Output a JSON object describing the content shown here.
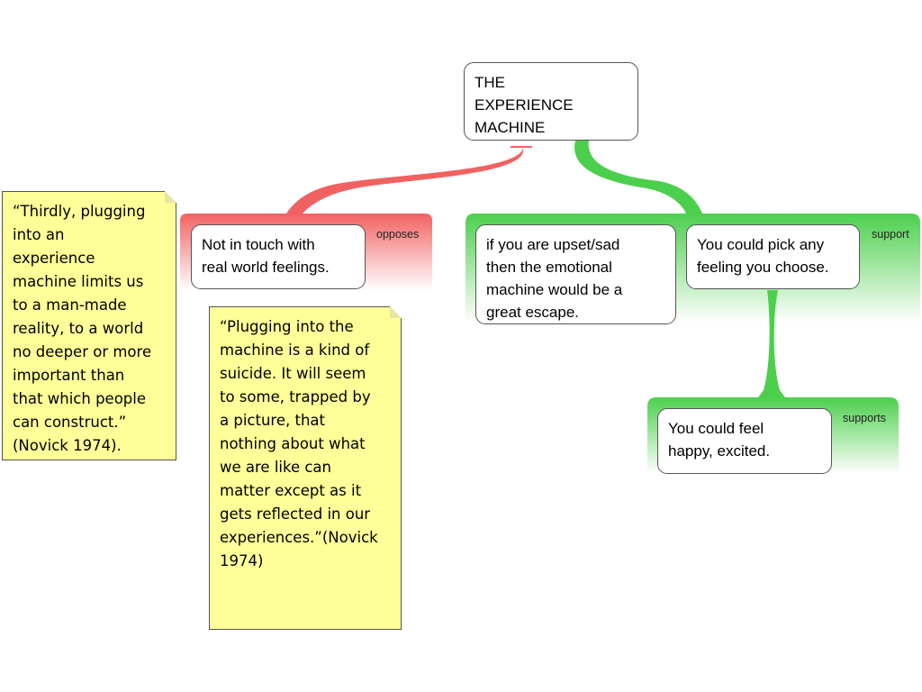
{
  "central_topic": {
    "lines": [
      "THE",
      "EXPERIENCE",
      "MACHINE"
    ]
  },
  "branches": [
    {
      "label": "opposes",
      "lines": [
        "Not in touch with",
        "real world feelings."
      ]
    },
    {
      "label": "support",
      "lines": [
        "if you are upset/sad",
        "then the emotional",
        "machine would be a",
        "great escape."
      ]
    },
    {
      "label": "",
      "lines": [
        "You could pick any",
        "feeling you choose."
      ]
    }
  ],
  "sub_branch": {
    "label": "supports",
    "lines": [
      "You could feel",
      "happy, excited."
    ]
  },
  "notes": [
    {
      "lines": [
        "“Thirdly, plugging",
        "into an",
        "experience",
        "machine limits us",
        "to  a man-made",
        "reality, to a  world",
        "no  deeper or more",
        "important than",
        "that which people",
        "can construct.”",
        "(Novick 1974)."
      ]
    },
    {
      "lines": [
        "“Plugging into the",
        "machine is a kind of",
        "suicide. It will  seem",
        "to  some, trapped by",
        "a picture, that",
        "nothing about what",
        "we are like can",
        "matter except as it",
        "gets reflected in our",
        "experiences.”(Novick",
        "1974)"
      ]
    }
  ],
  "colors": {
    "opposes": "#f26161",
    "supports": "#4ccf4c",
    "note_fill": "#ffff99",
    "node_border": "#555555"
  }
}
